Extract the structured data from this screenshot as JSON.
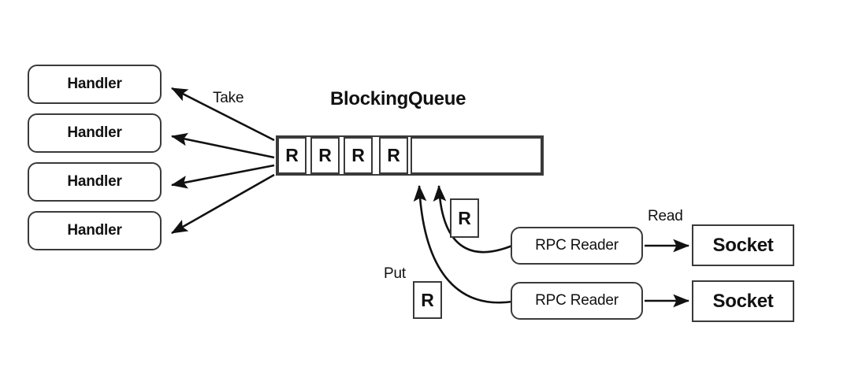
{
  "diagram": {
    "title_visible": "BlockingQueue",
    "queue": {
      "label": "BlockingQueue",
      "cells": [
        {
          "text": "R"
        },
        {
          "text": "R"
        },
        {
          "text": "R"
        },
        {
          "text": "R"
        }
      ],
      "empty_slots": 1
    },
    "handlers": [
      {
        "label": "Handler"
      },
      {
        "label": "Handler"
      },
      {
        "label": "Handler"
      },
      {
        "label": "Handler"
      }
    ],
    "readers": [
      {
        "label": "RPC Reader"
      },
      {
        "label": "RPC Reader"
      }
    ],
    "sockets": [
      {
        "label": "Socket"
      },
      {
        "label": "Socket"
      }
    ],
    "tokens": [
      {
        "text": "R"
      },
      {
        "text": "R"
      }
    ],
    "edge_labels": {
      "take": "Take",
      "put": "Put",
      "read": "Read"
    },
    "colors": {
      "stroke": "#3a3a3a",
      "arrow": "#111111",
      "text": "#111111",
      "background": "#ffffff"
    }
  }
}
